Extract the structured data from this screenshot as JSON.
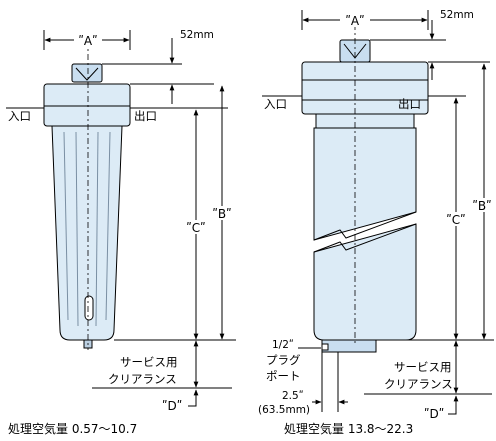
{
  "left": {
    "dim_a": "ʺAʺ",
    "dim_52": "52mm",
    "inlet": "入口",
    "outlet": "出口",
    "dim_c": "ʺCʺ",
    "dim_b": "ʺBʺ",
    "clearance_1": "サービス用",
    "clearance_2": "クリアランス",
    "dim_d": "ʺDʺ",
    "caption": "処理空気量 0.57〜10.7"
  },
  "right": {
    "dim_a": "ʺAʺ",
    "dim_52": "52mm",
    "inlet": "入口",
    "outlet": "出口",
    "dim_c": "ʺCʺ",
    "dim_b": "ʺBʺ",
    "port_size": "1/2ʺ",
    "port_1": "プラグ",
    "port_2": "ポート",
    "port_dist_1": "2.5ʺ",
    "port_dist_2": "(63.5mm)",
    "clearance_1": "サービス用",
    "clearance_2": "クリアランス",
    "dim_d": "ʺDʺ",
    "caption": "処理空気量 13.8〜22.3"
  }
}
